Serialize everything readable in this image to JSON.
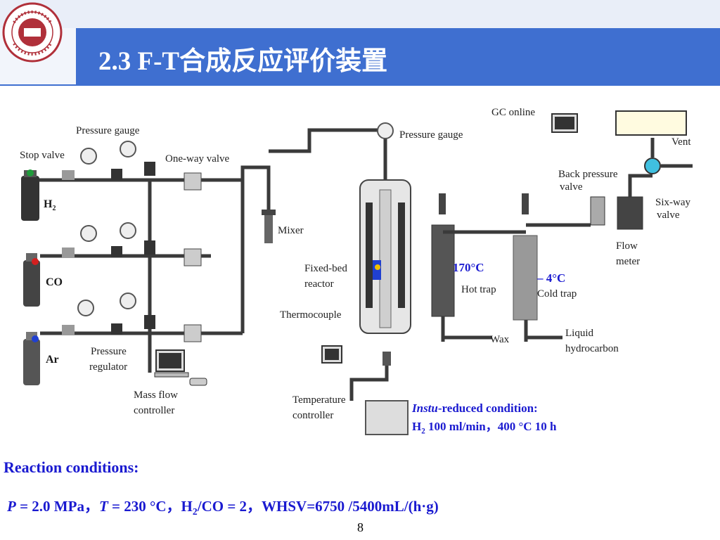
{
  "header": {
    "title": "2.3 F-T合成反应评价装置",
    "logo_text": "TIANJIN UNIVERSITY (PEIYANG UNIVERSITY) 1895 天津大学",
    "colors": {
      "bar": "#3f6fd0",
      "light": "#e9eef8",
      "logo": "#b0303a"
    }
  },
  "diagram": {
    "labels": {
      "pressure_gauge_left": "Pressure gauge",
      "stop_valve": "Stop valve",
      "one_way_valve": "One-way valve",
      "h2_sub": "2",
      "h2": "H",
      "co": "CO",
      "ar": "Ar",
      "pressure_regulator_1": "Pressure",
      "pressure_regulator_2": "regulator",
      "mass_flow_1": "Mass flow",
      "mass_flow_2": "controller",
      "mixer": "Mixer",
      "pressure_gauge_top": "Pressure gauge",
      "fixed_bed_1": "Fixed-bed",
      "fixed_bed_2": "reactor",
      "thermocouple": "Thermocouple",
      "temperature_controller_1": "Temperature",
      "temperature_controller_2": "controller",
      "hot_trap_temp": "170°C",
      "hot_trap": "Hot trap",
      "cold_trap_temp": "– 4°C",
      "cold_trap": "Cold trap",
      "wax": "Wax",
      "liquid_1": "Liquid",
      "liquid_2": "hydrocarbon",
      "gc_online": "GC online",
      "vent": "Vent",
      "back_pressure_1": "Back pressure",
      "back_pressure_2": "valve",
      "six_way_1": "Six-way",
      "six_way_2": "valve",
      "flow_meter_1": "Flow",
      "flow_meter_2": "meter"
    },
    "instu": {
      "title_italic": "Instu",
      "title_rest": "-reduced condition:",
      "h2": "H",
      "h2_sub": "2",
      "condition": " 100 ml/min，400 °C 10 h"
    }
  },
  "reaction": {
    "heading": "Reaction conditions:",
    "p_symbol": "P",
    "p_value": " = 2.0 MPa，",
    "t_symbol": "T",
    "t_value": " = 230 °C，H",
    "h2_sub": "2",
    "ratio": "/CO = 2，WHSV=6750 /5400mL/(h·g)"
  },
  "footer": {
    "page_number": "8"
  }
}
